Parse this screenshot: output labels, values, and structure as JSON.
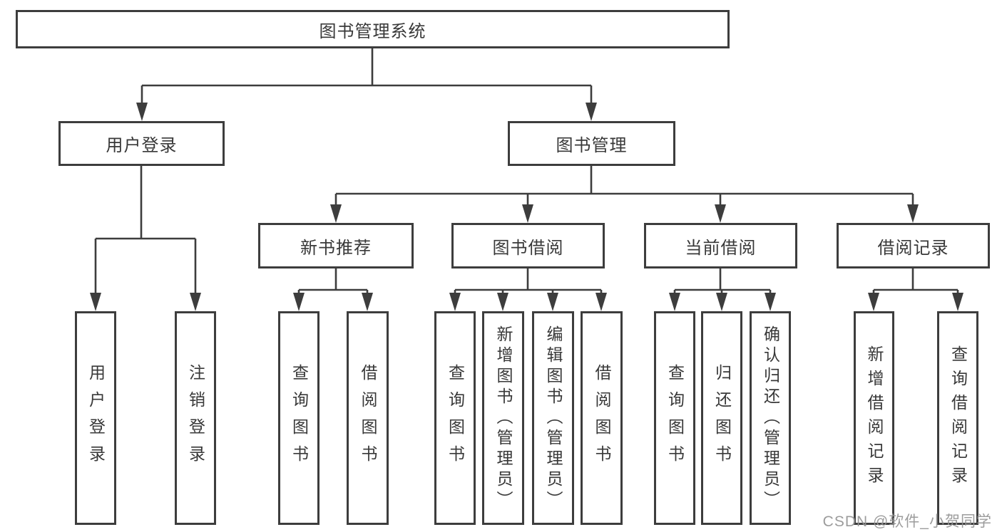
{
  "diagram": {
    "root": {
      "label": "图书管理系统"
    },
    "branches": [
      {
        "label": "用户登录",
        "children": [
          "用户登录",
          "注销登录"
        ]
      },
      {
        "label": "图书管理",
        "groups": [
          {
            "label": "新书推荐",
            "children": [
              "查询图书",
              "借阅图书"
            ]
          },
          {
            "label": "图书借阅",
            "children": [
              "查询图书",
              "新增图书（管理员）",
              "编辑图书（管理员）",
              "借阅图书"
            ]
          },
          {
            "label": "当前借阅",
            "children": [
              "查询图书",
              "归还图书",
              "确认归还（管理员）"
            ]
          },
          {
            "label": "借阅记录",
            "children": [
              "新增借阅记录",
              "查询借阅记录"
            ]
          }
        ]
      }
    ]
  },
  "watermark": {
    "text": "CSDN @软件_小贺同学"
  },
  "colors": {
    "box_border": "#3d3d3d",
    "text": "#383838",
    "connector": "#3d3d3d",
    "watermark": "#949494",
    "background": "#ffffff"
  }
}
